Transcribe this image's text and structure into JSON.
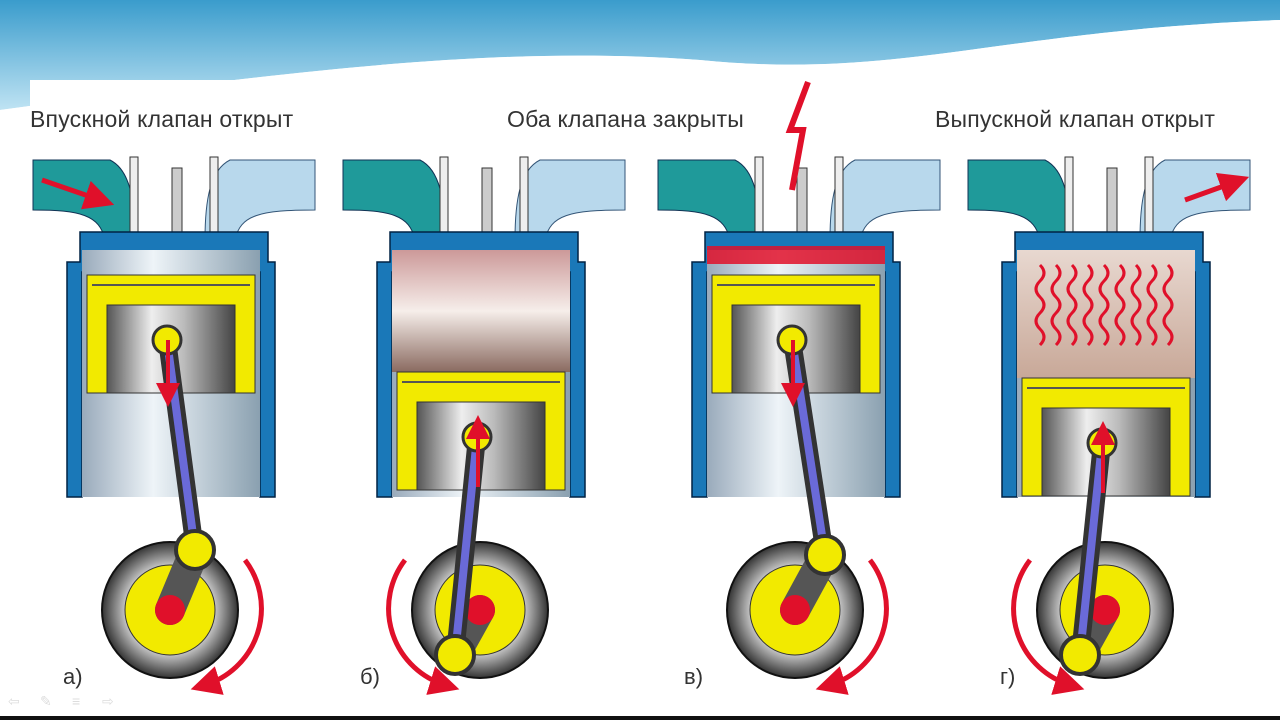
{
  "captions": {
    "intake_open": "Впускной клапан открыт",
    "both_closed": "Оба клапана закрыты",
    "exhaust_open": "Выпускной клапан открыт"
  },
  "panels": [
    {
      "label": "а)",
      "stroke": "intake"
    },
    {
      "label": "б)",
      "stroke": "compression"
    },
    {
      "label": "в)",
      "stroke": "power"
    },
    {
      "label": "г)",
      "stroke": "exhaust"
    }
  ],
  "colors": {
    "cylinder": "#1a78b8",
    "intake_pipe": "#1f9a9a",
    "exhaust_pipe": "#b8d8ec",
    "piston": "#f2ea00",
    "arrow": "#e0102a",
    "wave": "#4aa8d8"
  },
  "nav_icons": [
    "back-arrow-icon",
    "pen-icon",
    "menu-icon",
    "forward-arrow-icon"
  ]
}
